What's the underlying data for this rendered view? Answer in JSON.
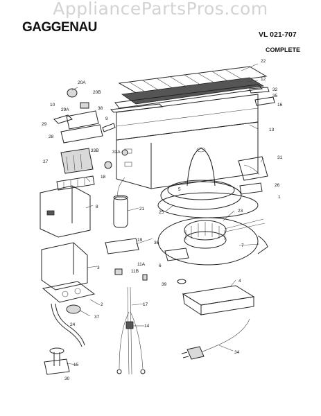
{
  "watermark": "AppliancePartsPros.com",
  "header": {
    "brand": "GAGGENAU",
    "model": "VL 021-707",
    "status": "COMPLETE"
  },
  "callouts": [
    "22",
    "12",
    "32",
    "35",
    "16",
    "20A",
    "20B",
    "10",
    "29A",
    "38",
    "9",
    "13",
    "29",
    "28",
    "33B",
    "33A",
    "31",
    "27",
    "5",
    "26",
    "1",
    "18",
    "21",
    "25",
    "23",
    "8",
    "19",
    "36",
    "7",
    "3",
    "11A",
    "11B",
    "6",
    "39",
    "4",
    "2",
    "17",
    "37",
    "24",
    "14",
    "34",
    "15",
    "30"
  ]
}
